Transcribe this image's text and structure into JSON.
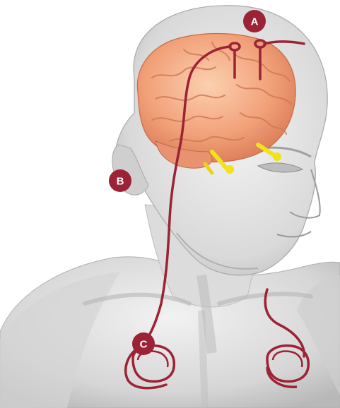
{
  "diagram": {
    "colors": {
      "lead": "#9b2335",
      "badge": "#9b2335",
      "badge_text": "#ffffff",
      "brain": "#f2a27a",
      "electrode_tip": "#f2e21c",
      "body": "#c9c9c9"
    },
    "labels": [
      {
        "id": "A",
        "text": "A"
      },
      {
        "id": "B",
        "text": "B"
      },
      {
        "id": "C",
        "text": "C"
      }
    ]
  }
}
